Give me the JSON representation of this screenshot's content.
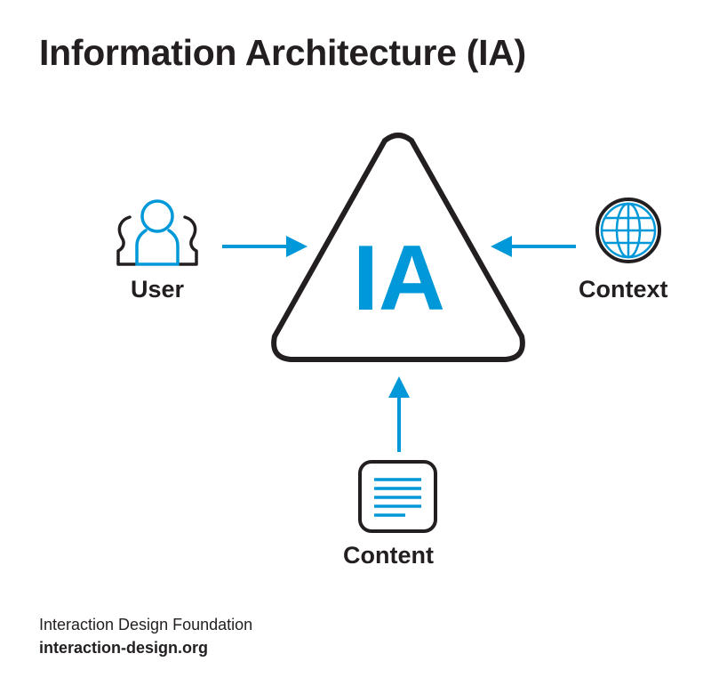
{
  "title": "Information Architecture (IA)",
  "center": {
    "label": "IA"
  },
  "nodes": {
    "user": {
      "label": "User",
      "icon": "users-icon"
    },
    "context": {
      "label": "Context",
      "icon": "globe-icon"
    },
    "content": {
      "label": "Content",
      "icon": "document-icon"
    }
  },
  "footer": {
    "organization": "Interaction Design Foundation",
    "website": "interaction-design.org"
  },
  "colors": {
    "accent": "#0098d8",
    "dark": "#231f20",
    "background": "#ffffff"
  }
}
